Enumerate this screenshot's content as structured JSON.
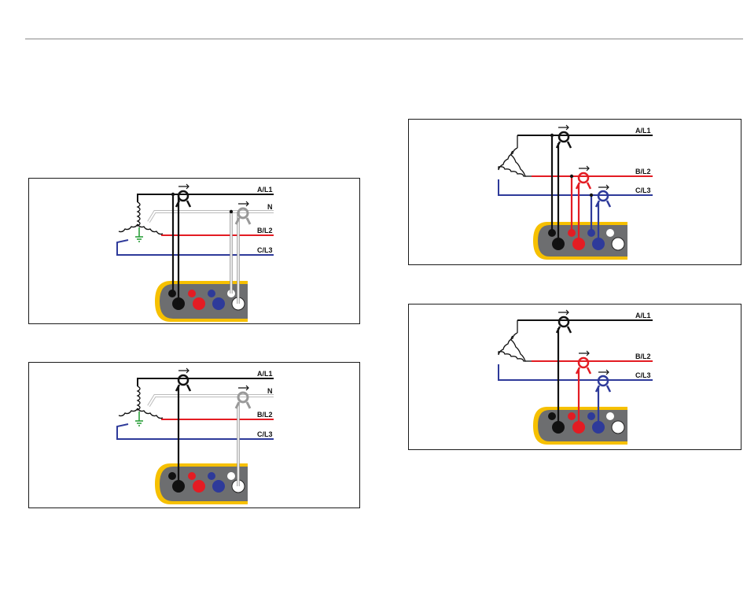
{
  "diagrams": {
    "wye_3ph": {
      "labels": [
        "A/L1",
        "N",
        "B/L2",
        "C/L3"
      ]
    },
    "wye_1elem": {
      "labels": [
        "A/L1",
        "N",
        "B/L2",
        "C/L3"
      ]
    },
    "delta_3ph": {
      "labels": [
        "A/L1",
        "B/L2",
        "C/L3"
      ]
    },
    "delta_2elem": {
      "labels": [
        "A/L1",
        "B/L2",
        "C/L3"
      ]
    }
  },
  "colors": {
    "phase_a": "#111111",
    "phase_b": "#e31c23",
    "phase_c": "#2e3a9a",
    "neutral": "#c8c8c8",
    "ground": "#1f9a2f",
    "meter_body": "#6d6e70",
    "meter_rim": "#f6c000"
  }
}
